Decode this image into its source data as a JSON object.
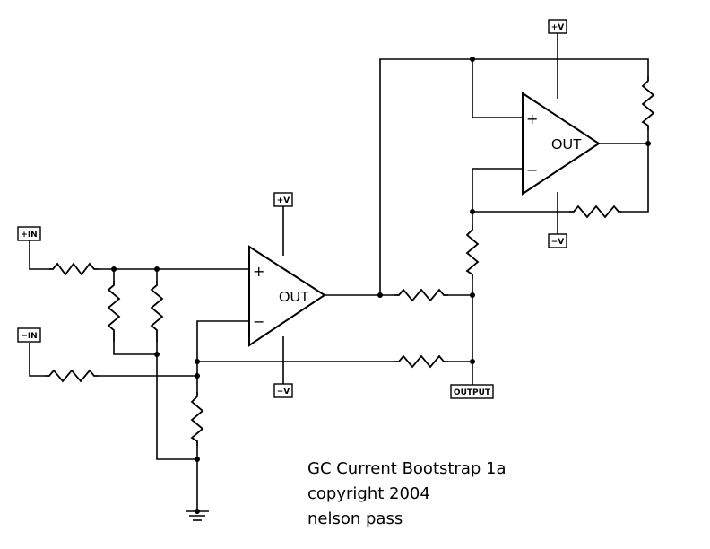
{
  "labels": {
    "plus_in": "+IN",
    "minus_in": "−IN",
    "output": "OUTPUT",
    "amp1_vplus": "+V",
    "amp1_vminus": "−V",
    "amp2_vplus": "+V",
    "amp2_vminus": "−V"
  },
  "amp1": {
    "out_label": "OUT",
    "plus_sign": "+",
    "minus_sign": "−"
  },
  "amp2": {
    "out_label": "OUT",
    "plus_sign": "+",
    "minus_sign": "−"
  },
  "caption": {
    "line1": "GC Current Bootstrap 1a",
    "line2": "copyright 2004",
    "line3": "nelson pass"
  }
}
